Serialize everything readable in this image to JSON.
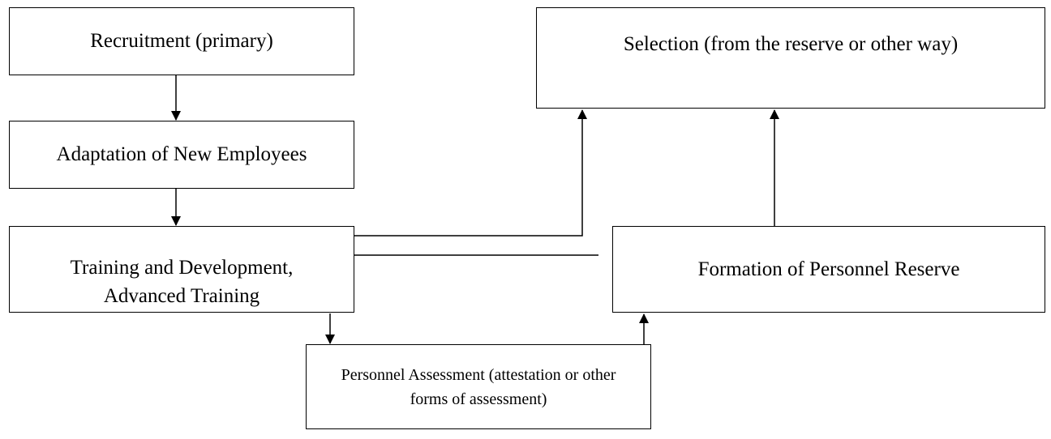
{
  "diagram": {
    "nodes": {
      "recruitment": {
        "label": "Recruitment (primary)"
      },
      "adaptation": {
        "label": "Adaptation of New Employees"
      },
      "training": {
        "line1": "Training and Development,",
        "line2": "Advanced Training"
      },
      "selection": {
        "label": "Selection (from the reserve or other way)"
      },
      "reserve": {
        "label": "Formation of Personnel Reserve"
      },
      "assessment": {
        "line1": "Personnel Assessment (attestation or other",
        "line2": "forms of assessment)"
      }
    },
    "edges": [
      {
        "from": "recruitment",
        "to": "adaptation"
      },
      {
        "from": "adaptation",
        "to": "training"
      },
      {
        "from": "training",
        "to": "selection"
      },
      {
        "from": "reserve",
        "to": "training"
      },
      {
        "from": "reserve",
        "to": "selection"
      },
      {
        "from": "training",
        "to": "assessment"
      },
      {
        "from": "assessment",
        "to": "reserve"
      }
    ]
  }
}
